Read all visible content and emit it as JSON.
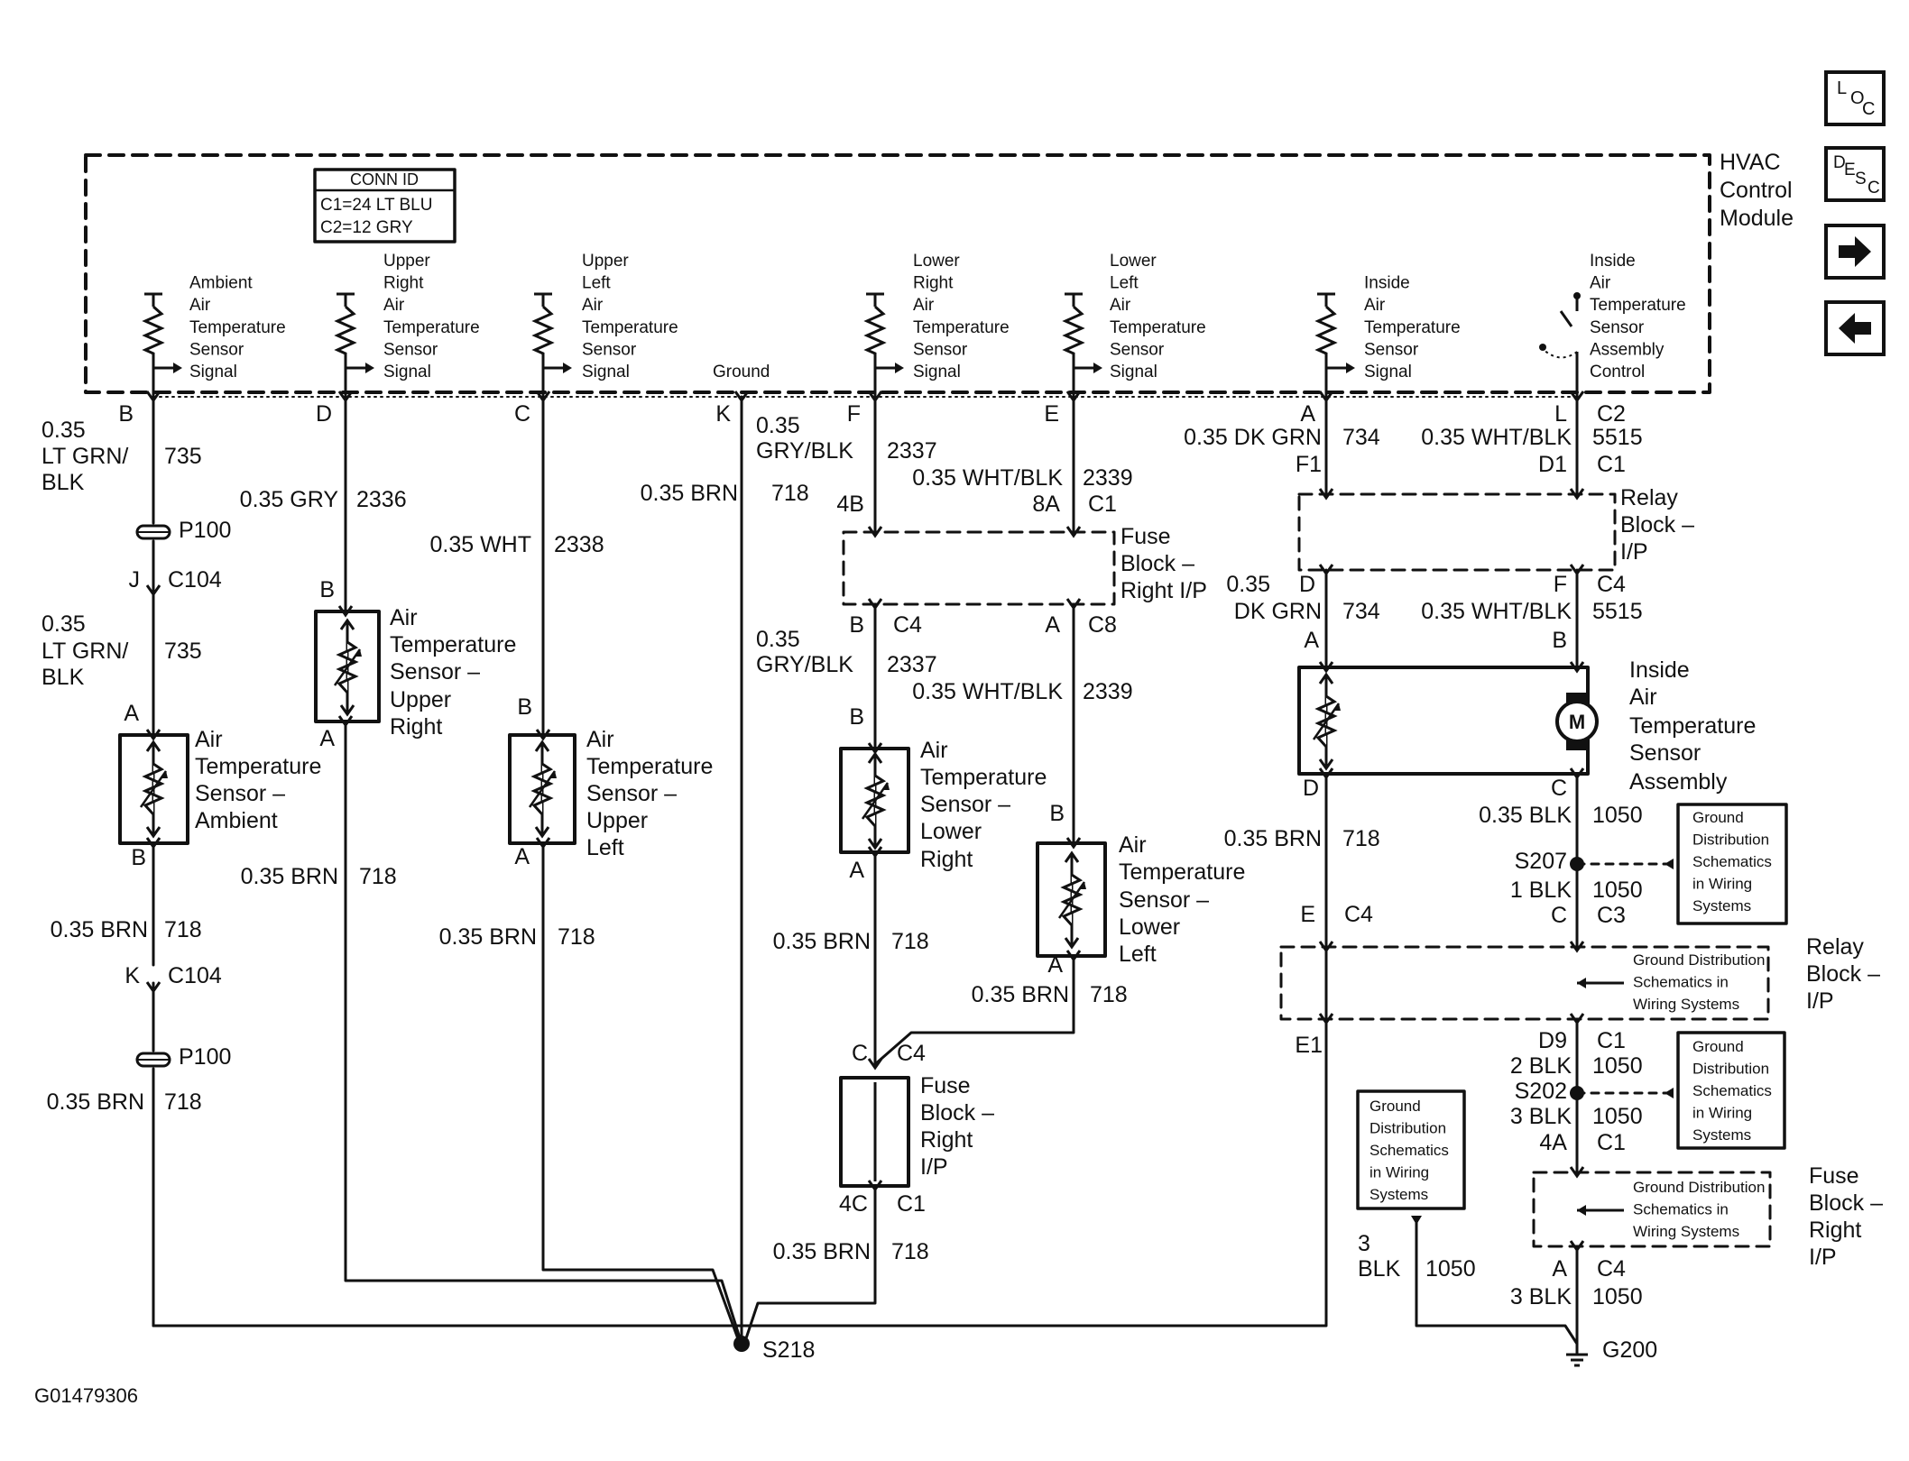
{
  "module": {
    "title_lines": [
      "HVAC",
      "Control",
      "Module"
    ],
    "conn_id_header": "CONN ID",
    "conn_id_lines": [
      "C1=24 LT BLU",
      "C2=12 GRY"
    ],
    "pins": [
      {
        "lines": [
          "Ambient",
          "Air",
          "Temperature",
          "Sensor",
          "Signal"
        ]
      },
      {
        "lines": [
          "Upper",
          "Right",
          "Air",
          "Temperature",
          "Sensor",
          "Signal"
        ]
      },
      {
        "lines": [
          "Upper",
          "Left",
          "Air",
          "Temperature",
          "Sensor",
          "Signal"
        ]
      },
      {
        "lines": [
          "Ground"
        ]
      },
      {
        "lines": [
          "Lower",
          "Right",
          "Air",
          "Temperature",
          "Sensor",
          "Signal"
        ]
      },
      {
        "lines": [
          "Lower",
          "Left",
          "Air",
          "Temperature",
          "Sensor",
          "Signal"
        ]
      },
      {
        "lines": [
          "Inside",
          "Air",
          "Temperature",
          "Sensor",
          "Signal"
        ]
      },
      {
        "lines": [
          "Inside",
          "Air",
          "Temperature",
          "Sensor",
          "Assembly",
          "Control"
        ]
      }
    ]
  },
  "nav": {
    "loc": [
      "L",
      "O",
      "C"
    ],
    "desc": [
      "D",
      "E",
      "S",
      "C"
    ]
  },
  "texts": [
    [
      "B",
      148,
      467,
      25,
      "end"
    ],
    [
      "D",
      368,
      467,
      25,
      "end"
    ],
    [
      "C",
      588,
      467,
      25,
      "end"
    ],
    [
      "K",
      810,
      467,
      25,
      "end"
    ],
    [
      "F",
      954,
      467,
      25,
      "end"
    ],
    [
      "E",
      1174,
      467,
      25,
      "end"
    ],
    [
      "A",
      1458,
      467,
      25,
      "end"
    ],
    [
      "L",
      1737,
      467,
      25,
      "end"
    ],
    [
      "C2",
      1770,
      467,
      25,
      "start"
    ],
    [
      "0.35",
      46,
      485,
      25,
      "start"
    ],
    [
      "LT GRN/",
      46,
      514,
      25,
      "start"
    ],
    [
      "BLK",
      46,
      543,
      25,
      "start"
    ],
    [
      "735",
      182,
      514,
      25,
      "start"
    ],
    [
      "P100",
      198,
      596,
      25,
      "start"
    ],
    [
      "J",
      155,
      651,
      25,
      "end"
    ],
    [
      "C104",
      186,
      651,
      25,
      "start"
    ],
    [
      "0.35",
      46,
      700,
      25,
      "start"
    ],
    [
      "LT GRN/",
      46,
      730,
      25,
      "start"
    ],
    [
      "BLK",
      46,
      759,
      25,
      "start"
    ],
    [
      "735",
      182,
      730,
      25,
      "start"
    ],
    [
      "A",
      154,
      799,
      25,
      "end"
    ],
    [
      "Air",
      216,
      828,
      25,
      "start"
    ],
    [
      "Temperature",
      216,
      858,
      25,
      "start"
    ],
    [
      "Sensor –",
      216,
      888,
      25,
      "start"
    ],
    [
      "Ambient",
      216,
      918,
      25,
      "start"
    ],
    [
      "B",
      162,
      959,
      25,
      "end"
    ],
    [
      "0.35 BRN",
      164,
      1039,
      25,
      "end"
    ],
    [
      "718",
      182,
      1039,
      25,
      "start"
    ],
    [
      "K",
      155,
      1090,
      25,
      "end"
    ],
    [
      "C104",
      186,
      1090,
      25,
      "start"
    ],
    [
      "P100",
      198,
      1180,
      25,
      "start"
    ],
    [
      "0.35 BRN",
      160,
      1230,
      25,
      "end"
    ],
    [
      "718",
      182,
      1230,
      25,
      "start"
    ],
    [
      "0.35 GRY",
      375,
      562,
      25,
      "end"
    ],
    [
      "2336",
      395,
      562,
      25,
      "start"
    ],
    [
      "B",
      371,
      662,
      25,
      "end"
    ],
    [
      "Air",
      432,
      693,
      25,
      "start"
    ],
    [
      "Temperature",
      432,
      723,
      25,
      "start"
    ],
    [
      "Sensor –",
      432,
      753,
      25,
      "start"
    ],
    [
      "Upper",
      432,
      784,
      25,
      "start"
    ],
    [
      "Right",
      432,
      814,
      25,
      "start"
    ],
    [
      "A",
      371,
      827,
      25,
      "end"
    ],
    [
      "0.35 BRN",
      375,
      980,
      25,
      "end"
    ],
    [
      "718",
      398,
      980,
      25,
      "start"
    ],
    [
      "0.35 WHT",
      589,
      612,
      25,
      "end"
    ],
    [
      "2338",
      614,
      612,
      25,
      "start"
    ],
    [
      "B",
      590,
      792,
      25,
      "end"
    ],
    [
      "Air",
      650,
      828,
      25,
      "start"
    ],
    [
      "Temperature",
      650,
      858,
      25,
      "start"
    ],
    [
      "Sensor –",
      650,
      888,
      25,
      "start"
    ],
    [
      "Upper",
      650,
      918,
      25,
      "start"
    ],
    [
      "Left",
      650,
      948,
      25,
      "start"
    ],
    [
      "A",
      587,
      958,
      25,
      "end"
    ],
    [
      "0.35 BRN",
      595,
      1047,
      25,
      "end"
    ],
    [
      "718",
      618,
      1047,
      25,
      "start"
    ],
    [
      "0.35 BRN",
      818,
      555,
      25,
      "end"
    ],
    [
      "718",
      855,
      555,
      25,
      "start"
    ],
    [
      "0.35",
      838,
      480,
      25,
      "start"
    ],
    [
      "GRY/BLK",
      838,
      508,
      25,
      "start"
    ],
    [
      "2337",
      983,
      508,
      25,
      "start"
    ],
    [
      "0.35 WHT/BLK",
      1178,
      538,
      25,
      "end"
    ],
    [
      "2339",
      1200,
      538,
      25,
      "start"
    ],
    [
      "4B",
      958,
      567,
      25,
      "end"
    ],
    [
      "8A",
      1175,
      567,
      25,
      "end"
    ],
    [
      "C1",
      1206,
      567,
      25,
      "start"
    ],
    [
      "Fuse",
      1242,
      603,
      25,
      "start"
    ],
    [
      "Block –",
      1242,
      633,
      25,
      "start"
    ],
    [
      "Right I/P",
      1242,
      663,
      25,
      "start"
    ],
    [
      "B",
      958,
      701,
      25,
      "end"
    ],
    [
      "C4",
      990,
      701,
      25,
      "start"
    ],
    [
      "A",
      1175,
      701,
      25,
      "end"
    ],
    [
      "C8",
      1206,
      701,
      25,
      "start"
    ],
    [
      "0.35",
      838,
      717,
      25,
      "start"
    ],
    [
      "GRY/BLK",
      838,
      745,
      25,
      "start"
    ],
    [
      "2337",
      983,
      745,
      25,
      "start"
    ],
    [
      "0.35 WHT/BLK",
      1178,
      775,
      25,
      "end"
    ],
    [
      "2339",
      1200,
      775,
      25,
      "start"
    ],
    [
      "B",
      958,
      803,
      25,
      "end"
    ],
    [
      "Air",
      1020,
      840,
      25,
      "start"
    ],
    [
      "Temperature",
      1020,
      870,
      25,
      "start"
    ],
    [
      "Sensor –",
      1020,
      900,
      25,
      "start"
    ],
    [
      "Lower",
      1020,
      930,
      25,
      "start"
    ],
    [
      "Right",
      1020,
      961,
      25,
      "start"
    ],
    [
      "A",
      958,
      973,
      25,
      "end"
    ],
    [
      "0.35 BRN",
      965,
      1052,
      25,
      "end"
    ],
    [
      "718",
      988,
      1052,
      25,
      "start"
    ],
    [
      "C",
      962,
      1176,
      25,
      "end"
    ],
    [
      "C4",
      994,
      1176,
      25,
      "start"
    ],
    [
      "Fuse",
      1020,
      1212,
      25,
      "start"
    ],
    [
      "Block –",
      1020,
      1242,
      25,
      "start"
    ],
    [
      "Right",
      1020,
      1272,
      25,
      "start"
    ],
    [
      "I/P",
      1020,
      1302,
      25,
      "start"
    ],
    [
      "4C",
      962,
      1343,
      25,
      "end"
    ],
    [
      "C1",
      994,
      1343,
      25,
      "start"
    ],
    [
      "0.35 BRN",
      965,
      1396,
      25,
      "end"
    ],
    [
      "718",
      988,
      1396,
      25,
      "start"
    ],
    [
      "B",
      1180,
      910,
      25,
      "end"
    ],
    [
      "Air",
      1240,
      945,
      25,
      "start"
    ],
    [
      "Temperature",
      1240,
      975,
      25,
      "start"
    ],
    [
      "Sensor –",
      1240,
      1006,
      25,
      "start"
    ],
    [
      "Lower",
      1240,
      1036,
      25,
      "start"
    ],
    [
      "Left",
      1240,
      1066,
      25,
      "start"
    ],
    [
      "A",
      1178,
      1078,
      25,
      "end"
    ],
    [
      "0.35 BRN",
      1185,
      1111,
      25,
      "end"
    ],
    [
      "718",
      1208,
      1111,
      25,
      "start"
    ],
    [
      "S218",
      845,
      1505,
      25,
      "start"
    ],
    [
      "0.35 DK GRN",
      1465,
      493,
      25,
      "end"
    ],
    [
      "734",
      1488,
      493,
      25,
      "start"
    ],
    [
      "0.35 WHT/BLK",
      1742,
      493,
      25,
      "end"
    ],
    [
      "5515",
      1765,
      493,
      25,
      "start"
    ],
    [
      "F1",
      1465,
      523,
      25,
      "end"
    ],
    [
      "D1",
      1737,
      523,
      25,
      "end"
    ],
    [
      "C1",
      1770,
      523,
      25,
      "start"
    ],
    [
      "Relay",
      1796,
      560,
      25,
      "start"
    ],
    [
      "Block –",
      1796,
      590,
      25,
      "start"
    ],
    [
      "I/P",
      1796,
      620,
      25,
      "start"
    ],
    [
      "D",
      1458,
      656,
      25,
      "end"
    ],
    [
      "F",
      1737,
      656,
      25,
      "end"
    ],
    [
      "C4",
      1770,
      656,
      25,
      "start"
    ],
    [
      "0.35",
      1408,
      656,
      25,
      "end"
    ],
    [
      "DK GRN",
      1465,
      686,
      25,
      "end"
    ],
    [
      "734",
      1488,
      686,
      25,
      "start"
    ],
    [
      "0.35 WHT/BLK",
      1742,
      686,
      25,
      "end"
    ],
    [
      "5515",
      1765,
      686,
      25,
      "start"
    ],
    [
      "A",
      1462,
      718,
      25,
      "end"
    ],
    [
      "B",
      1737,
      718,
      25,
      "end"
    ],
    [
      "Inside",
      1806,
      751,
      25,
      "start"
    ],
    [
      "Air",
      1806,
      781,
      25,
      "start"
    ],
    [
      "Temperature",
      1806,
      813,
      25,
      "start"
    ],
    [
      "Sensor",
      1806,
      843,
      25,
      "start"
    ],
    [
      "Assembly",
      1806,
      875,
      25,
      "start"
    ],
    [
      "D",
      1462,
      882,
      25,
      "end"
    ],
    [
      "C",
      1737,
      882,
      25,
      "end"
    ],
    [
      "0.35 BLK",
      1742,
      912,
      25,
      "end"
    ],
    [
      "1050",
      1765,
      912,
      25,
      "start"
    ],
    [
      "0.35 BRN",
      1465,
      938,
      25,
      "end"
    ],
    [
      "718",
      1488,
      938,
      25,
      "start"
    ],
    [
      "S207",
      1737,
      963,
      25,
      "end"
    ],
    [
      "1 BLK",
      1742,
      995,
      25,
      "end"
    ],
    [
      "1050",
      1765,
      995,
      25,
      "start"
    ],
    [
      "C",
      1737,
      1023,
      25,
      "end"
    ],
    [
      "C3",
      1770,
      1023,
      25,
      "start"
    ],
    [
      "E",
      1458,
      1022,
      25,
      "end"
    ],
    [
      "C4",
      1490,
      1022,
      25,
      "start"
    ],
    [
      "Relay",
      2002,
      1058,
      25,
      "start"
    ],
    [
      "Block –",
      2002,
      1088,
      25,
      "start"
    ],
    [
      "I/P",
      2002,
      1118,
      25,
      "start"
    ],
    [
      "D9",
      1737,
      1162,
      25,
      "end"
    ],
    [
      "C1",
      1770,
      1162,
      25,
      "start"
    ],
    [
      "E1",
      1466,
      1167,
      25,
      "end"
    ],
    [
      "2 BLK",
      1742,
      1190,
      25,
      "end"
    ],
    [
      "1050",
      1765,
      1190,
      25,
      "start"
    ],
    [
      "S202",
      1737,
      1218,
      25,
      "end"
    ],
    [
      "3 BLK",
      1742,
      1246,
      25,
      "end"
    ],
    [
      "1050",
      1765,
      1246,
      25,
      "start"
    ],
    [
      "4A",
      1737,
      1275,
      25,
      "end"
    ],
    [
      "C1",
      1770,
      1275,
      25,
      "start"
    ],
    [
      "Fuse",
      2005,
      1312,
      25,
      "start"
    ],
    [
      "Block –",
      2005,
      1342,
      25,
      "start"
    ],
    [
      "Right",
      2005,
      1372,
      25,
      "start"
    ],
    [
      "I/P",
      2005,
      1402,
      25,
      "start"
    ],
    [
      "3",
      1505,
      1387,
      25,
      "start"
    ],
    [
      "BLK",
      1505,
      1415,
      25,
      "start"
    ],
    [
      "1050",
      1580,
      1415,
      25,
      "start"
    ],
    [
      "A",
      1737,
      1415,
      25,
      "end"
    ],
    [
      "C4",
      1770,
      1415,
      25,
      "start"
    ],
    [
      "3 BLK",
      1742,
      1446,
      25,
      "end"
    ],
    [
      "1050",
      1765,
      1446,
      25,
      "start"
    ],
    [
      "G200",
      1776,
      1505,
      25,
      "start"
    ],
    [
      "G01479306",
      38,
      1555,
      22,
      "start"
    ]
  ],
  "ground_refs": [
    {
      "lines": [
        "Ground",
        "Distribution",
        "Schematics",
        "in Wiring",
        "Systems"
      ]
    },
    {
      "lines": [
        "Ground Distribution",
        "Schematics in",
        "Wiring Systems"
      ]
    },
    {
      "lines": [
        "Ground",
        "Distribution",
        "Schematics",
        "in Wiring",
        "Systems"
      ]
    },
    {
      "lines": [
        "Ground Distribution",
        "Schematics in",
        "Wiring Systems"
      ]
    },
    {
      "lines": [
        "Ground",
        "Distribution",
        "Schematics",
        "in Wiring",
        "Systems"
      ]
    }
  ]
}
